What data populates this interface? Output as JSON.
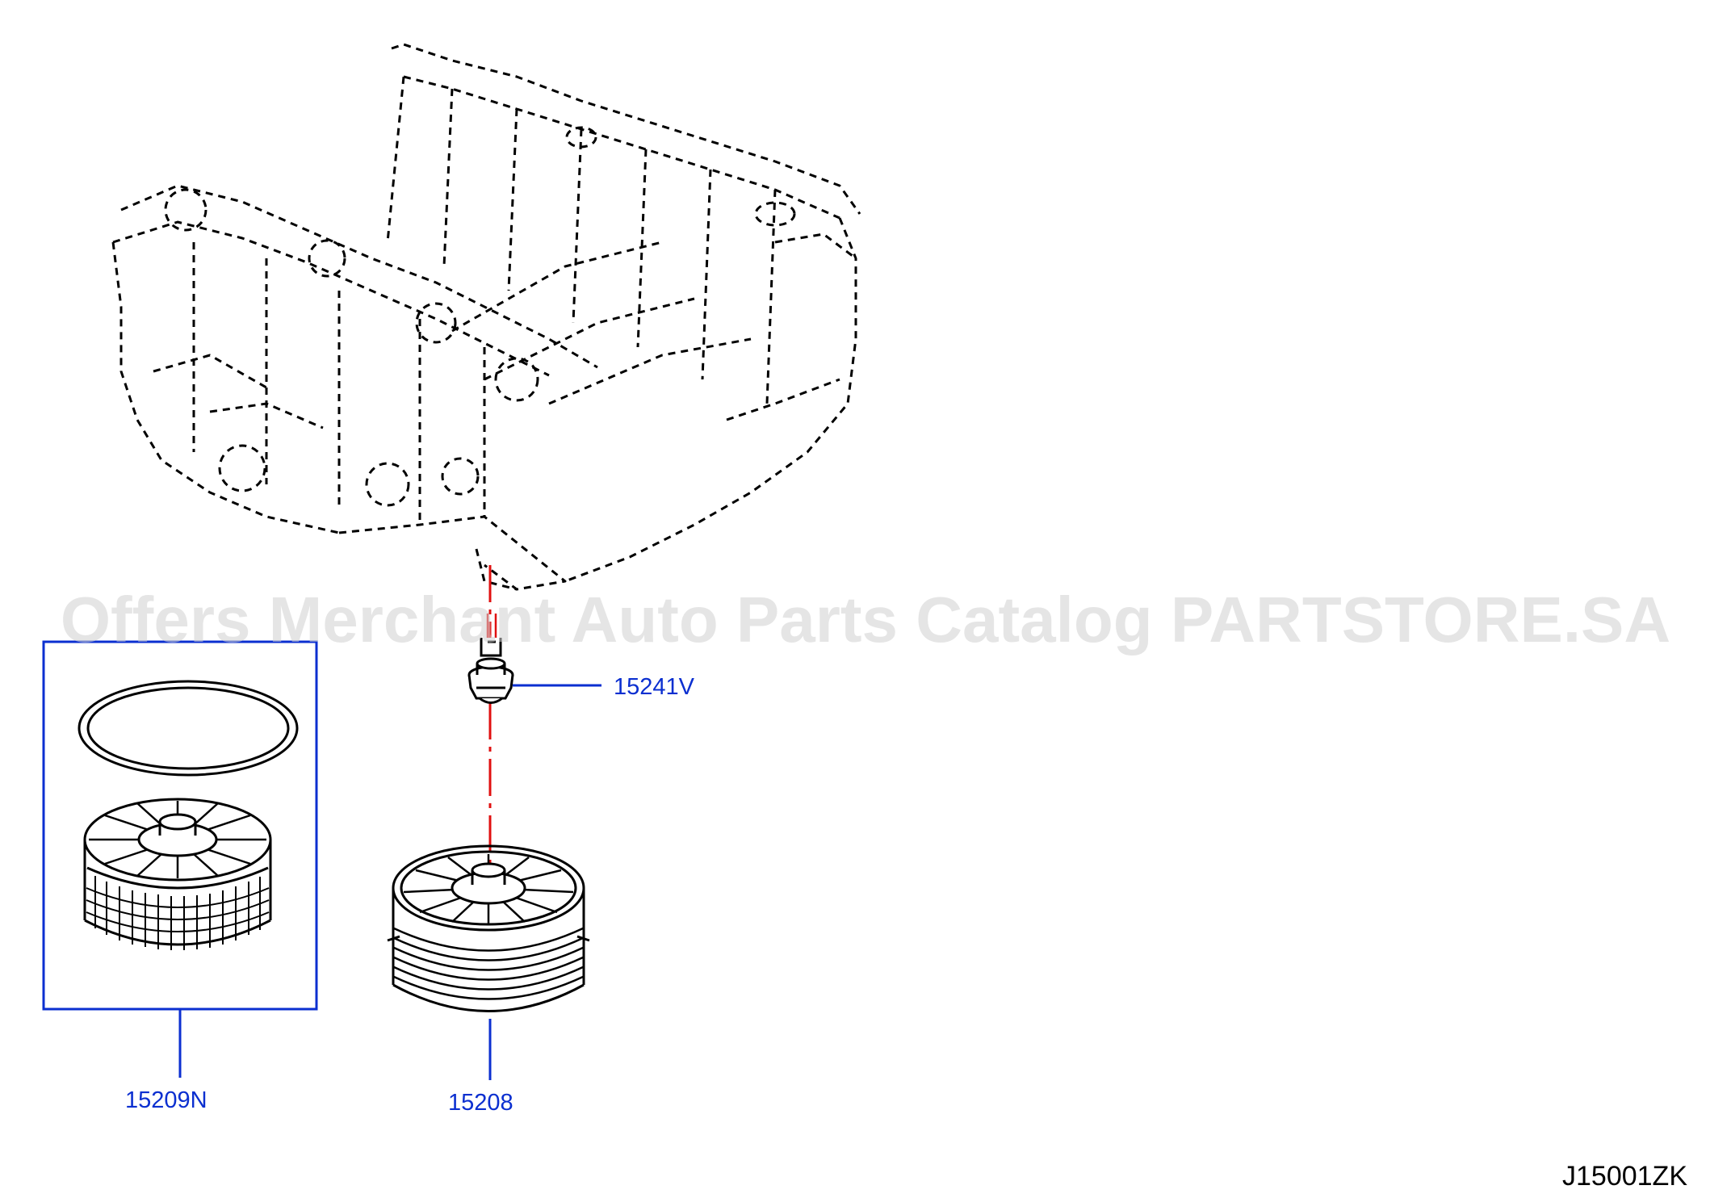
{
  "diagram": {
    "watermark": "Offers Merchant Auto Parts Catalog PARTSTORE.SA",
    "reference_code": "J15001ZK",
    "colors": {
      "callout": "#0b2fd0",
      "centerline": "#e01010",
      "line": "#000000",
      "watermark": "#cfcfcf"
    },
    "parts": [
      {
        "id": "oil_filter_element_kit",
        "number": "15209N",
        "icon": "filter-element-kit-icon"
      },
      {
        "id": "oil_filter",
        "number": "15208",
        "icon": "oil-filter-icon"
      },
      {
        "id": "oil_filter_connector",
        "number": "15241V",
        "icon": "connector-bolt-icon"
      }
    ]
  }
}
